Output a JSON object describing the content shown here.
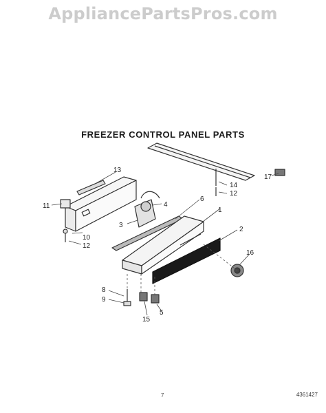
{
  "watermark": "AppliancePartsPros.com",
  "title": "FREEZER CONTROL PANEL PARTS",
  "callouts": [
    "1",
    "2",
    "3",
    "4",
    "5",
    "6",
    "8",
    "9",
    "10",
    "11",
    "12",
    "12",
    "13",
    "14",
    "15",
    "16",
    "17"
  ],
  "page_mark": "7",
  "doc_number": "4361427"
}
